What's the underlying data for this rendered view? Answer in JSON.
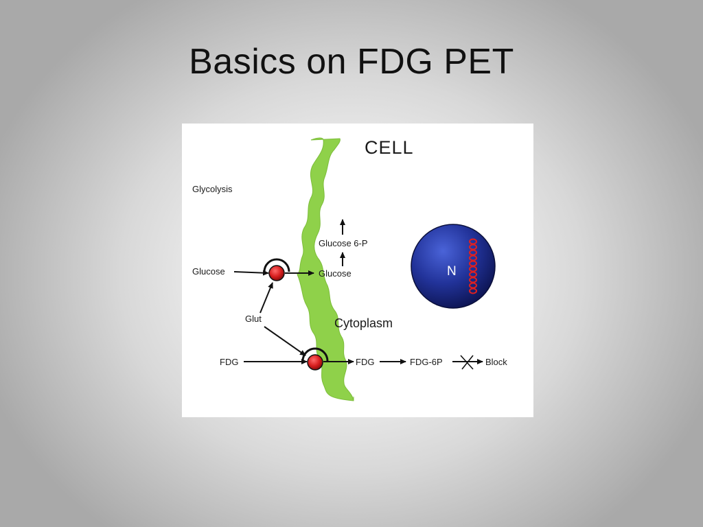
{
  "slide": {
    "title": "Basics on FDG PET"
  },
  "diagram": {
    "cell_label": "CELL",
    "glycolysis_label": "Glycolysis",
    "glucose_outside_label": "Glucose",
    "glucose_inside_label": "Glucose",
    "glucose6p_label": "Glucose 6-P",
    "glut_label": "Glut",
    "cytoplasm_label": "Cytoplasm",
    "fdg_outside_label": "FDG",
    "fdg_inside_label": "FDG",
    "fdg6p_label": "FDG-6P",
    "block_label": "Block",
    "nucleus_label": "N",
    "colors": {
      "membrane": "#8fd14a",
      "transporter": "#d71e1e",
      "nucleus": "#1e2f8c",
      "dna": "#e02020",
      "arrow": "#111111"
    }
  }
}
